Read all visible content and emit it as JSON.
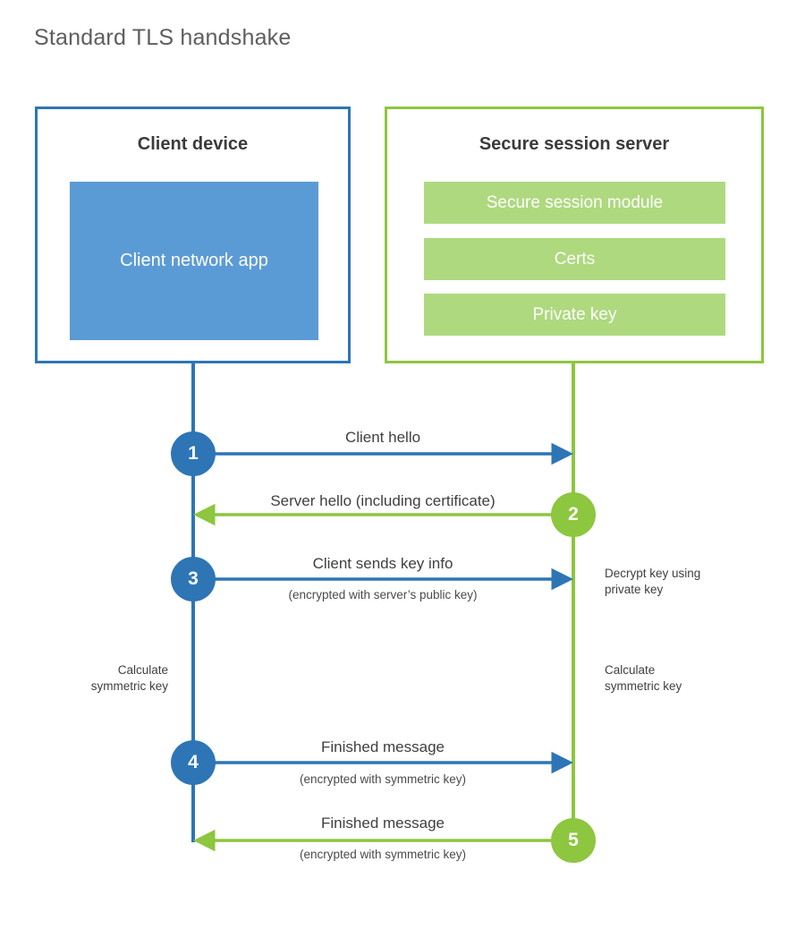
{
  "title": "Standard TLS handshake",
  "colors": {
    "client_border": "#2E75B6",
    "client_fill": "#5B9BD5",
    "server_border": "#8DC63F",
    "server_fill": "#AED97F",
    "text": "#3c3c3c",
    "title_text": "#5e5e5e"
  },
  "parties": {
    "client": {
      "title": "Client device",
      "blocks": [
        {
          "label": "Client network app"
        }
      ]
    },
    "server": {
      "title": "Secure session server",
      "blocks": [
        {
          "label": "Secure session module"
        },
        {
          "label": "Certs"
        },
        {
          "label": "Private key"
        }
      ]
    }
  },
  "steps": [
    {
      "number": "1",
      "label": "Client hello",
      "sublabel": "",
      "direction": "client-to-server",
      "color": "blue"
    },
    {
      "number": "2",
      "label": "Server hello (including certificate)",
      "sublabel": "",
      "direction": "server-to-client",
      "color": "green"
    },
    {
      "number": "3",
      "label": "Client sends key info",
      "sublabel": "(encrypted with server’s public key)",
      "direction": "client-to-server",
      "color": "blue"
    },
    {
      "number": "4",
      "label": "Finished message",
      "sublabel": "(encrypted with symmetric key)",
      "direction": "client-to-server",
      "color": "blue"
    },
    {
      "number": "5",
      "label": "Finished message",
      "sublabel": "(encrypted with symmetric key)",
      "direction": "server-to-client",
      "color": "green"
    }
  ],
  "notes": {
    "server_decrypt": "Decrypt key using\nprivate key",
    "client_calculate": "Calculate\nsymmetric key",
    "server_calculate": "Calculate\nsymmetric key"
  }
}
